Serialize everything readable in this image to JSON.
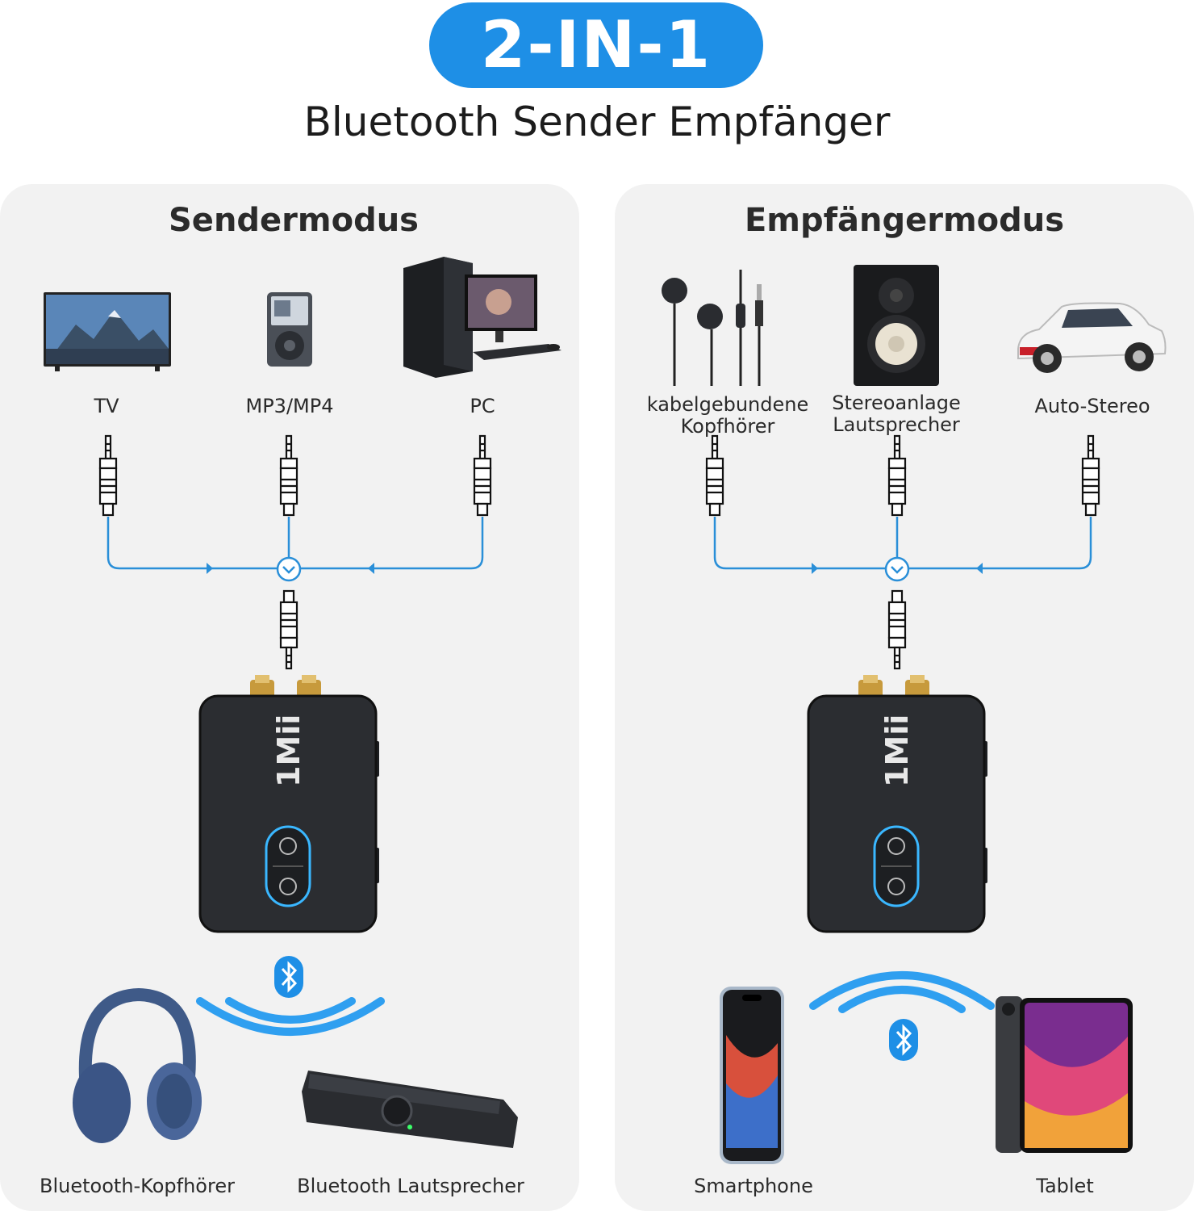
{
  "header": {
    "badge": "2-IN-1",
    "subtitle": "Bluetooth Sender Empfänger"
  },
  "sender": {
    "title": "Sendermodus",
    "sources": [
      {
        "label": "TV",
        "icon": "tv-icon"
      },
      {
        "label": "MP3/MP4",
        "icon": "mp3-player-icon"
      },
      {
        "label": "PC",
        "icon": "pc-icon"
      }
    ],
    "outputs": [
      {
        "label": "Bluetooth-Kopfhörer",
        "icon": "headphones-icon"
      },
      {
        "label": "Bluetooth Lautsprecher",
        "icon": "soundbar-icon"
      }
    ]
  },
  "receiver": {
    "title": "Empfängermodus",
    "outputs": [
      {
        "label": "kabelgebundene",
        "label2": "Kopfhörer",
        "icon": "earphones-icon"
      },
      {
        "label": "Stereoanlage",
        "label2": "Lautsprecher",
        "icon": "speaker-icon"
      },
      {
        "label": "Auto-Stereo",
        "icon": "car-icon"
      }
    ],
    "sources": [
      {
        "label": "Smartphone",
        "icon": "smartphone-icon"
      },
      {
        "label": "Tablet",
        "icon": "tablet-icon"
      }
    ]
  },
  "device": {
    "brand": "1Mii"
  },
  "colors": {
    "accent": "#1e8fe6",
    "line": "#2a8fd8",
    "panel": "#f2f2f2",
    "device": "#2b2d31"
  }
}
